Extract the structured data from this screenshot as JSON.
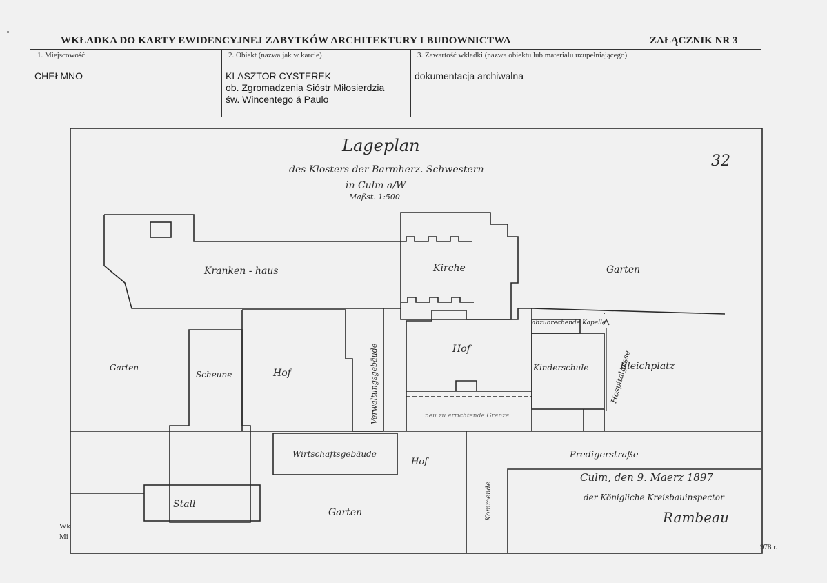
{
  "header": {
    "title": "WKŁADKA DO KARTY EWIDENCYJNEJ ZABYTKÓW ARCHITEKTURY I BUDOWNICTWA",
    "annex": "ZAŁĄCZNIK NR   3"
  },
  "fields": [
    {
      "label": "1.   Miejscowość",
      "value": [
        "CHEŁMNO"
      ]
    },
    {
      "label": "2.   Obiekt (nazwa jak w karcie)",
      "value": [
        "KLASZTOR CYSTEREK",
        "ob. Zgromadzenia Sióstr Miłosierdzia",
        "św. Wincentego á Paulo"
      ]
    },
    {
      "label": "3. Zawartość wkładki (nazwa obiektu lub materiału uzupełniającego)",
      "value": [
        "dokumentacja archiwalna"
      ]
    }
  ],
  "plan": {
    "title": "Lageplan",
    "subtitle1": "des Klosters der Barmherz. Schwestern",
    "subtitle2": "in Culm a/W",
    "scale": "Maßst. 1:500",
    "sheet_number": "32",
    "labels": {
      "krankenhaus": "Kranken - haus",
      "kirche": "Kirche",
      "garten_ne": "Garten",
      "kapelle": "abzubrechende Kapelle",
      "hof_mid": "Hof",
      "kinderschule": "Kinderschule",
      "bleichplatz": "Bleichplatz",
      "hof_left": "Hof",
      "scheune": "Scheune",
      "garten_w": "Garten",
      "verwaltung": "Verwaltungsgebäude",
      "wirtschaft": "Wirtschaftsgebäude",
      "hof_low": "Hof",
      "stall": "Stall",
      "garten_s": "Garten",
      "predigerstrasse": "Predigerstraße",
      "neu": "neu zu errichtende Grenze",
      "kommende": "Kommende",
      "gasse": "Hospitalgasse"
    },
    "signature": {
      "place_date": "Culm, den 9. Maerz 1897",
      "official": "der Königliche Kreisbauinspector",
      "name": "Rambeau"
    }
  },
  "footer": {
    "left1": "Wk",
    "left2": "Mi",
    "year": "978 r."
  }
}
